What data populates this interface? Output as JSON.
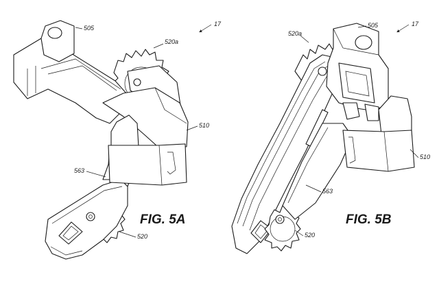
{
  "figures": [
    {
      "label": "FIG. 5A",
      "refs": {
        "ref_505": "505",
        "ref_520a": "520a",
        "ref_17": "17",
        "ref_510": "510",
        "ref_563": "563",
        "ref_520": "520"
      }
    },
    {
      "label": "FIG. 5B",
      "refs": {
        "ref_505": "505",
        "ref_520a": "520a",
        "ref_17": "17",
        "ref_510": "510",
        "ref_563": "563",
        "ref_520": "520"
      }
    }
  ]
}
